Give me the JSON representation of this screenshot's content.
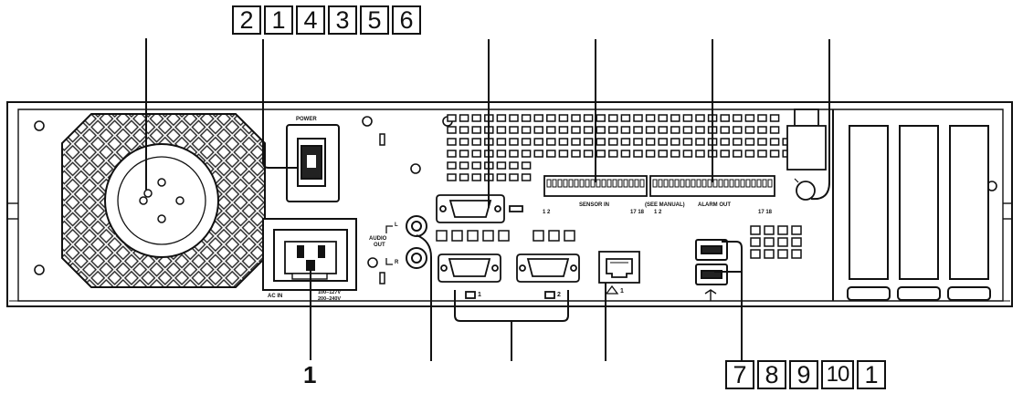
{
  "callouts_top": [
    "2",
    "1",
    "4",
    "3",
    "5",
    "6"
  ],
  "callouts_bottom": [
    "7",
    "8",
    "9",
    "10",
    "1"
  ],
  "callout_ac_in": "1",
  "labels": {
    "power": "POWER",
    "ac_in": "AC IN",
    "voltage_1": "100–127V",
    "voltage_2": "200–240V",
    "audio": "AUDIO",
    "out": "OUT",
    "audio_l": "L",
    "audio_r": "R",
    "sensor_in": "SENSOR IN",
    "see_manual": "(SEE MANUAL)",
    "alarm_out": "ALARM OUT",
    "sensor_range_start": "1 2",
    "sensor_range_end": "17 18",
    "alarm_range_start": "1 2",
    "alarm_range_end": "17 18",
    "monitor_1": "1",
    "monitor_2": "2",
    "network_1": "1"
  }
}
